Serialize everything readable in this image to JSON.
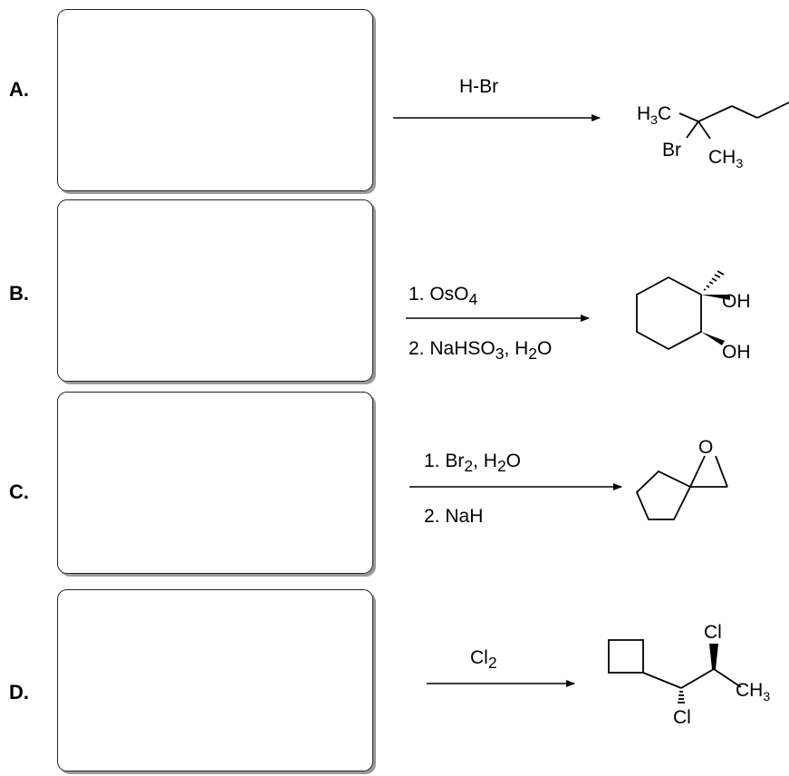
{
  "problems": [
    {
      "label": "A.",
      "reagents": [
        "H-Br"
      ],
      "product_labels": {
        "h3c_main": "H",
        "h3c_sub": "3",
        "h3c_tail": "C",
        "br": "Br",
        "ch3_main": "CH",
        "ch3_sub": "3"
      }
    },
    {
      "label": "B.",
      "reagents": [
        {
          "main": "1. OsO",
          "sub": "4"
        },
        {
          "pre": "2. NaHSO",
          "sub1": "3",
          "mid": ", H",
          "sub2": "2",
          "post": "O"
        }
      ],
      "product_labels": {
        "oh1": "OH",
        "oh2": "OH"
      }
    },
    {
      "label": "C.",
      "reagents": [
        {
          "pre": "1. Br",
          "sub1": "2",
          "mid": ", H",
          "sub2": "2",
          "post": "O"
        },
        "2. NaH"
      ],
      "product_labels": {
        "o": "O"
      }
    },
    {
      "label": "D.",
      "reagents": [
        {
          "main": "Cl",
          "sub": "2"
        }
      ],
      "product_labels": {
        "cl_top": "Cl",
        "cl_bottom": "Cl",
        "ch3_main": "CH",
        "ch3_sub": "3"
      }
    }
  ]
}
